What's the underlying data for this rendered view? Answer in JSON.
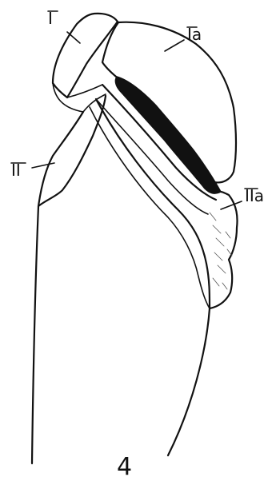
{
  "figure": {
    "number": "4",
    "labels": {
      "l1": "I",
      "l1a": "Ia",
      "l2": "II",
      "l2a": "IIa"
    }
  }
}
